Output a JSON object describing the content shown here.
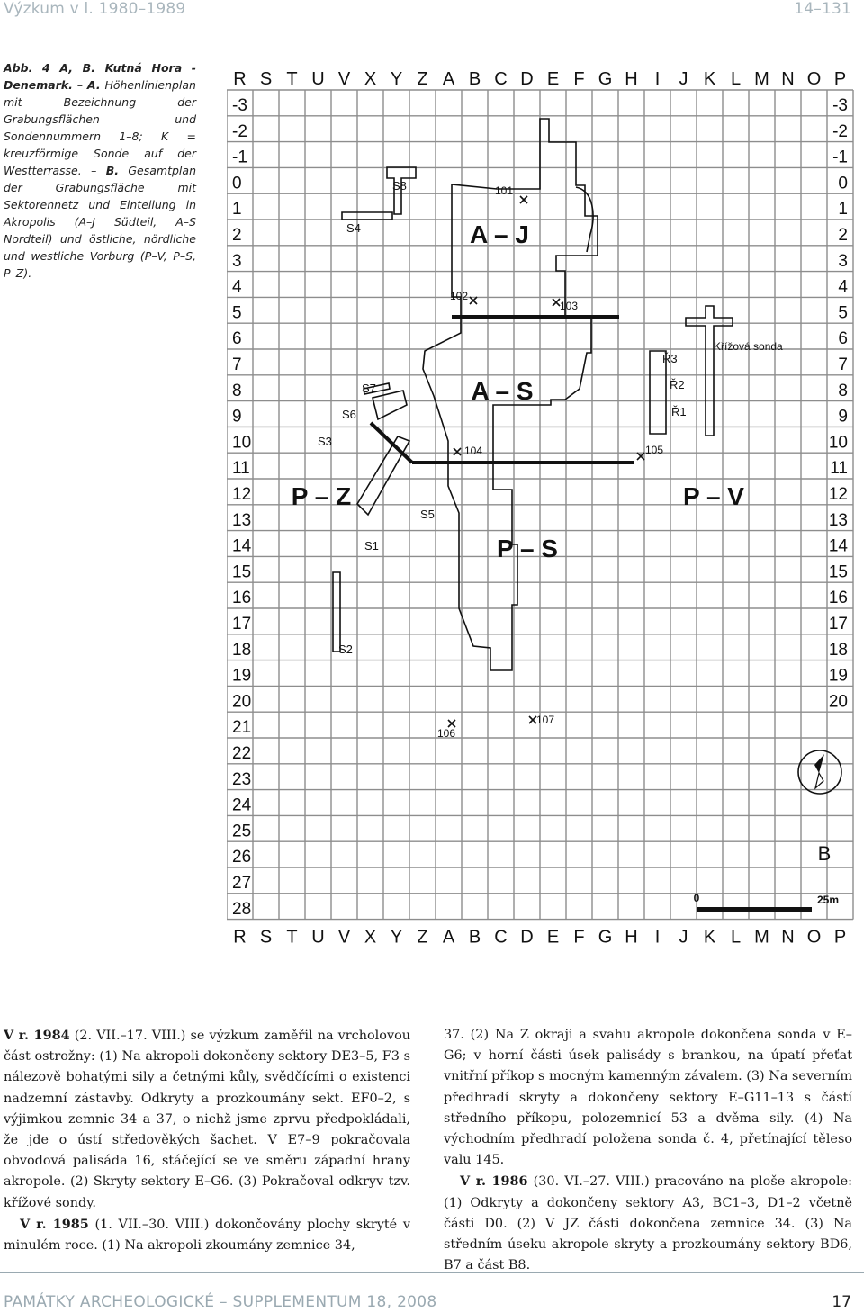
{
  "running_head": {
    "left": "Výzkum v l. 1980–1989",
    "right": "14–131"
  },
  "caption": {
    "label": "Abb. 4 A, B. Kutná Hora - Denemark.",
    "a_label": "A.",
    "a_text": "Höhenlinienplan mit Bezeichnung der Grabungsflächen und Sondennummern 1–8; K = kreuzförmige Sonde auf der Westterrasse.",
    "b_label": "B.",
    "b_text": "Gesamtplan der Grabungsfläche mit Sektorennetz und Einteilung in Akropolis (A–J Südteil, A–S Nordteil) und östliche, nördliche und westliche Vorburg (P–V, P–S, P–Z)."
  },
  "plan": {
    "columns": [
      "R",
      "S",
      "T",
      "U",
      "V",
      "X",
      "Y",
      "Z",
      "A",
      "B",
      "C",
      "D",
      "E",
      "F",
      "G",
      "H",
      "I",
      "J",
      "K",
      "L",
      "M",
      "N",
      "O",
      "P"
    ],
    "rows": [
      "-3",
      "-2",
      "-1",
      "0",
      "1",
      "2",
      "3",
      "4",
      "5",
      "6",
      "7",
      "8",
      "9",
      "10",
      "11",
      "12",
      "13",
      "14",
      "15",
      "16",
      "17",
      "18",
      "19",
      "20",
      "21",
      "22",
      "23",
      "24",
      "25",
      "26",
      "27",
      "28"
    ],
    "right_rows": [
      "-3",
      "-2",
      "-1",
      "0",
      "1",
      "2",
      "3",
      "4",
      "5",
      "6",
      "7",
      "8",
      "9",
      "10",
      "11",
      "12",
      "13",
      "14",
      "15",
      "16",
      "17",
      "18",
      "19",
      "20"
    ],
    "sector_labels": {
      "aj": "A – J",
      "as": "A – S",
      "pz": "P – Z",
      "pv": "P – V",
      "ps": "P – S"
    },
    "sondes": {
      "s1": "S1",
      "s2": "S2",
      "s3": "S3",
      "s4": "S4",
      "s5": "S5",
      "s6": "S6",
      "s7": "S7",
      "s8": "S8",
      "cross": "Křížová sonda"
    },
    "points": {
      "p101": "101",
      "p102": "102",
      "p103": "103",
      "p104": "104",
      "p105": "105",
      "p106": "106",
      "p107": "107"
    },
    "r_labels": {
      "r1": "Ř1",
      "r2": "Ř2",
      "r3": "Ř3"
    },
    "plan_letter": "B",
    "scale": {
      "zero": "0",
      "end": "25m"
    }
  },
  "body": {
    "p1_yr": "V r. 1984",
    "p1_text": " (2. VII.–17. VIII.) se výzkum zaměřil na vrcholovou část ostrožny: (1) Na akropoli dokončeny sektory DE3–5, F3 s nálezově bohatými sily a četnými kůly, svědčícími o existenci nadzemní zástavby. Odkryty a prozkoumány sekt. EF0–2, s výjimkou zemnic 34 a 37, o nichž jsme zprvu předpokládali, že jde o ústí středověkých šachet. V E7–9 pokračovala obvodová palisáda 16, stáčející se ve směru západní hrany akropole. (2) Skryty sektory E–G6. (3) Pokračoval odkryv tzv. křížové sondy.",
    "p2_yr": "V r. 1985",
    "p2_text": " (1. VII.–30. VIII.) dokončovány plochy skryté v minulém roce. (1) Na akropoli zkoumány zemnice 34,",
    "p3_text": "37. (2) Na Z okraji a svahu akropole dokončena sonda v E–G6; v horní části úsek palisády s brankou, na úpatí přeťat vnitřní příkop s mocným kamenným závalem. (3) Na severním předhradí skryty a dokončeny sektory E–G11–13 s částí středního příkopu, polozemnicí 53 a dvěma sily. (4) Na východním předhradí položena sonda č. 4, přetínající těleso valu 145.",
    "p4_yr": "V r. 1986",
    "p4_text": " (30. VI.–27. VIII.) pracováno na ploše akropole: (1) Odkryty a dokončeny sektory A3, BC1–3, D1–2 včetně části D0. (2) V JZ části dokončena zemnice 34. (3) Na středním úseku akropole skryty a prozkoumány sektory BD6, B7 a část B8."
  },
  "footer": {
    "left": "PAMÁTKY ARCHEOLOGICKÉ – SUPPLEMENTUM 18, 2008",
    "right": "17"
  }
}
